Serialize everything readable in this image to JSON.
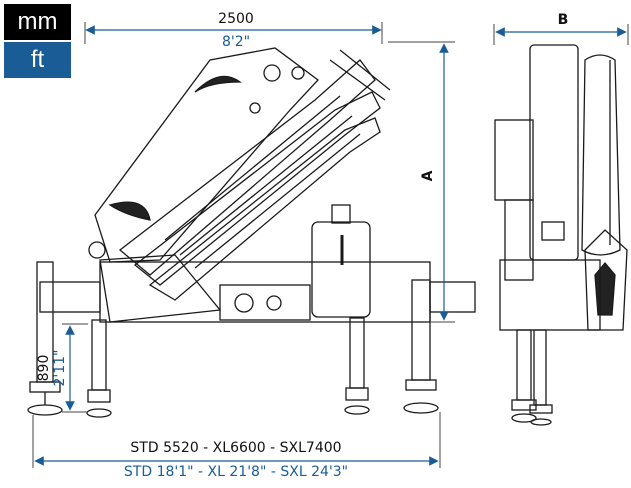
{
  "units": {
    "mm_label": "mm",
    "ft_label": "ft"
  },
  "dimensions": {
    "width_mm": "2500",
    "width_ft": "8'2\"",
    "height_label": "A",
    "side_width_label": "B",
    "stabilizer_height_mm": "890",
    "stabilizer_height_ft": "2'11\"",
    "spread_mm": "STD 5520 - XL6600 - SXL7400",
    "spread_ft": "STD 18'1\" - XL 21'8\" - SXL 24'3\""
  },
  "colors": {
    "accent": "#1a5c96",
    "line": "#1a1a1a",
    "dark_button": "#000000"
  }
}
